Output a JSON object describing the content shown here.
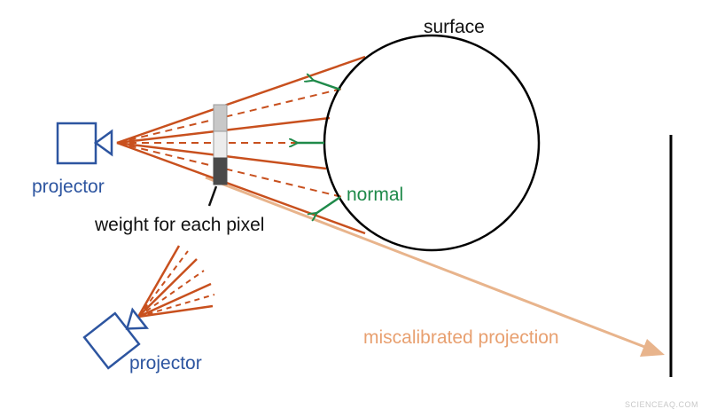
{
  "labels": {
    "surface": "surface",
    "projector_main": "projector",
    "normal": "normal",
    "weight": "weight for each pixel",
    "projector_secondary": "projector",
    "miscalibrated": "miscalibrated projection"
  },
  "watermark": "SCIENCEAQ.COM",
  "colors": {
    "ray": "#c8501e",
    "projector": "#2d55a0",
    "normal": "#1f8a4a",
    "miscalibrated": "#e8b48c",
    "outline": "#000000",
    "weight_light": "#c8c8c8",
    "weight_lighter": "#ececec",
    "weight_dark": "#4a4a4a"
  },
  "icons": {
    "projector": "projector-icon",
    "arrow": "arrow-icon"
  }
}
